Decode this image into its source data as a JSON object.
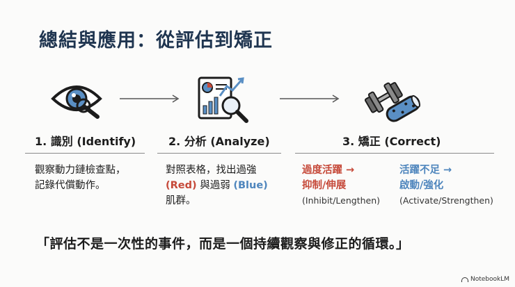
{
  "title": "總結與應用：從評估到矯正",
  "steps": [
    {
      "heading": "1. 識別 (Identify)",
      "icon": "eye-magnifier-icon",
      "desc_lines": [
        "觀察動力鏈檢查點，",
        "記錄代償動作。"
      ]
    },
    {
      "heading": "2. 分析 (Analyze)",
      "icon": "chart-magnifier-icon",
      "desc_line1": "對照表格，找出過強",
      "red_term": "(Red)",
      "mid_text": "與過弱",
      "blue_term": "(Blue)",
      "desc_line3": "肌群。"
    },
    {
      "heading": "3. 矯正 (Correct)",
      "icon": "dumbbell-foam-roller-icon",
      "left": {
        "line1": "過度活躍 →",
        "line2": "抑制/伸展",
        "sub": "(Inhibit/Lengthen)"
      },
      "right": {
        "line1": "活躍不足 →",
        "line2": "啟動/強化",
        "sub": "(Activate/Strengthen)"
      }
    }
  ],
  "quote": "「評估不是一次性的事件，而是一個持續觀察與修正的循環。」",
  "brand": "NotebookLM",
  "colors": {
    "title": "#1f3550",
    "red": "#c64a3a",
    "blue": "#4f86bd"
  }
}
